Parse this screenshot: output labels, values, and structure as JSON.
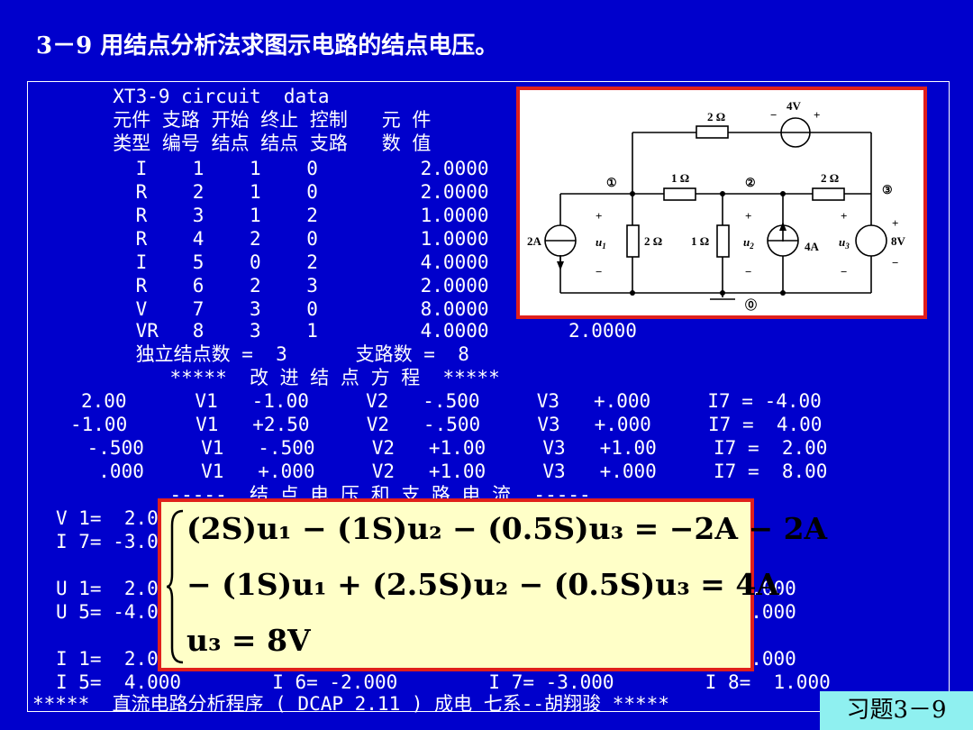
{
  "title": "3－9 用结点分析法求图示电路的结点电压。",
  "program_lines": [
    "  XT3-9 circuit  data",
    "  元件 支路 开始 终止 控制   元 件",
    "  类型 编号 结点 结点 支路   数 值",
    "    I    1    1    0         2.0000",
    "    R    2    1    0         2.0000",
    "    R    3    1    2         1.0000",
    "    R    4    2    0         1.0000",
    "    I    5    0    2         4.0000",
    "    R    6    2    3         2.0000",
    "    V    7    3    0         8.0000",
    "    VR   8    3    1         4.0000       2.0000",
    "    独立结点数 =  3      支路数 =  8",
    "       *****  改 进 结 点 方 程  *****",
    "2.00      V1   -1.00     V2   -.500     V3   +.000     I7 = -4.00",
    "-1.00      V1   +2.50     V2   -.500     V3   +.000     I7 =  4.00",
    " -.500     V1   -.500     V2   +1.00     V3   +1.00     I7 =  2.00",
    "  .000     V1   +.000     V2   +1.00     V3   +.000     I7 =  8.00",
    "       -----  结 点 电 压 和 支 路 电 流  -----",
    "V 1=  2.0",
    "I 7= -3.0",
    "",
    "U 1=  2.0                                                   4.000",
    "U 5= -4.0                                                   6.000",
    "",
    "I 1=  2.0                                                   4.000",
    "I 5=  4.000        I 6= -2.000        I 7= -3.000        I 8=  1.000",
    "*****  直流电路分析程序 ( DCAP 2.11 ) 成电 七系--胡翔骏 *****"
  ],
  "circuit": {
    "top_resistor": "2 Ω",
    "top_source": "4V",
    "top_minus": "−",
    "top_plus": "+",
    "node1": "①",
    "node2": "②",
    "node3": "③",
    "node0": "⓪",
    "r12": "1 Ω",
    "r23": "2 Ω",
    "r1": "2 Ω",
    "r2": "1 Ω",
    "src_left": "2A",
    "src_mid": "4A",
    "src_right": "8V",
    "u1": "u",
    "u1_sub": "1",
    "u2": "u",
    "u2_sub": "2",
    "u3": "u",
    "u3_sub": "3",
    "plus": "+",
    "minus": "−"
  },
  "equations": {
    "eq1": "(2S)u₁ − (1S)u₂ − (0.5S)u₃ = −2A − 2A",
    "eq2": "− (1S)u₁ + (2.5S)u₂ − (0.5S)u₃ = 4A",
    "eq3": "u₃ = 8V"
  },
  "tag": "习题3－9"
}
